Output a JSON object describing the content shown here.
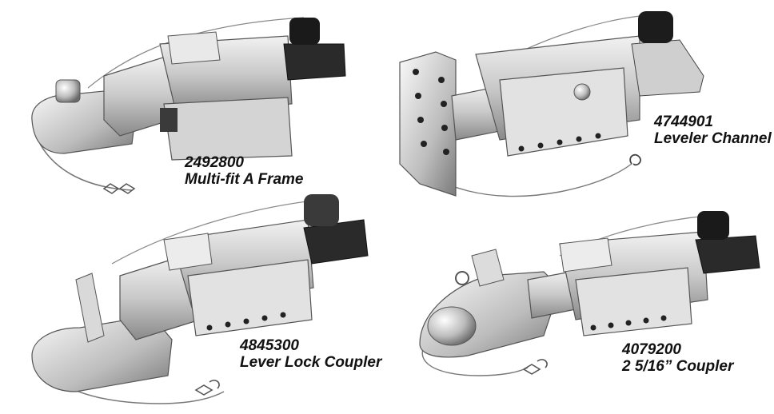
{
  "products": [
    {
      "part_number": "2492800",
      "name": "Multi-fit A Frame"
    },
    {
      "part_number": "4744901",
      "name": "Leveler Channel"
    },
    {
      "part_number": "4845300",
      "name": "Lever Lock Coupler"
    },
    {
      "part_number": "4079200",
      "name": "2 5/16” Coupler"
    }
  ],
  "colors": {
    "background": "#ffffff",
    "steel_light": "#e6e6e6",
    "steel_mid": "#b8b8b8",
    "steel_dark": "#6e6e6e",
    "black_part": "#1c1c1c",
    "text": "#111111"
  }
}
